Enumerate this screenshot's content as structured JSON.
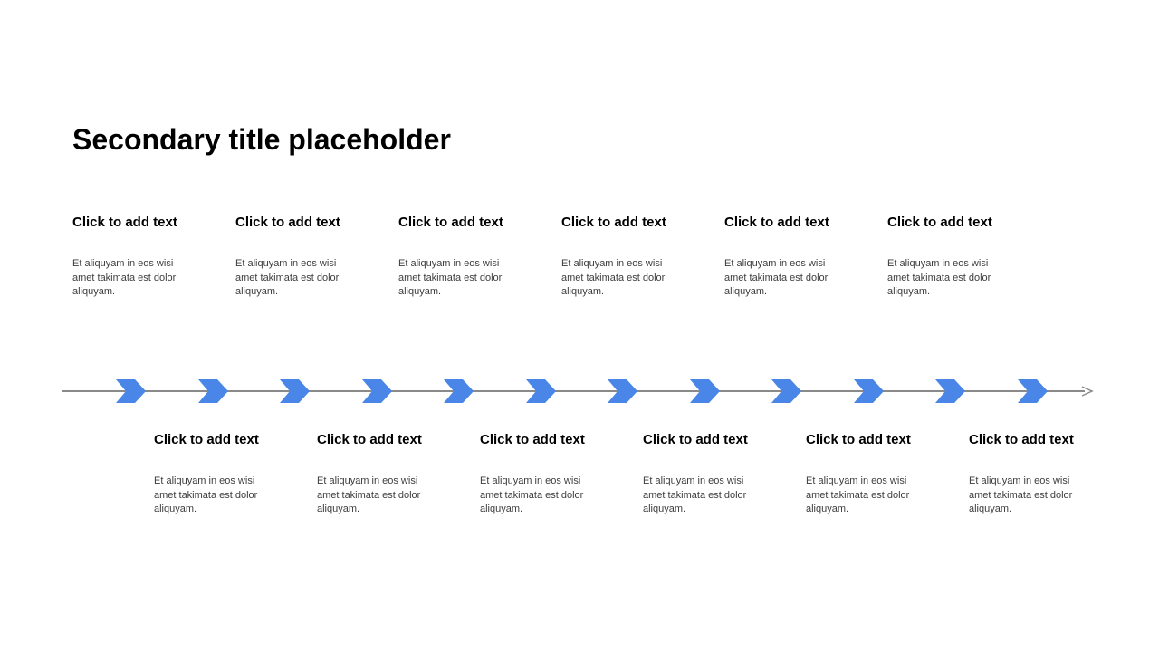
{
  "title": "Secondary title placeholder",
  "items_top": [
    {
      "heading": "Click to add text",
      "body": "Et aliquyam in eos wisi amet takimata est dolor aliquyam."
    },
    {
      "heading": "Click to add text",
      "body": "Et aliquyam in eos wisi amet takimata est dolor aliquyam."
    },
    {
      "heading": "Click to add text",
      "body": "Et aliquyam in eos wisi amet takimata est dolor aliquyam."
    },
    {
      "heading": "Click to add text",
      "body": "Et aliquyam in eos wisi amet takimata est dolor aliquyam."
    },
    {
      "heading": "Click to add text",
      "body": "Et aliquyam in eos wisi amet takimata est dolor aliquyam."
    },
    {
      "heading": "Click to add text",
      "body": "Et aliquyam in eos wisi amet takimata est dolor aliquyam."
    }
  ],
  "items_bottom": [
    {
      "heading": "Click to add text",
      "body": "Et aliquyam in eos wisi amet takimata est dolor aliquyam."
    },
    {
      "heading": "Click to add text",
      "body": "Et aliquyam in eos wisi amet takimata est dolor aliquyam."
    },
    {
      "heading": "Click to add text",
      "body": "Et aliquyam in eos wisi amet takimata est dolor aliquyam."
    },
    {
      "heading": "Click to add text",
      "body": "Et aliquyam in eos wisi amet takimata est dolor aliquyam."
    },
    {
      "heading": "Click to add text",
      "body": "Et aliquyam in eos wisi amet takimata est dolor aliquyam."
    },
    {
      "heading": "Click to add text",
      "body": "Et aliquyam in eos wisi amet takimata est dolor aliquyam."
    }
  ],
  "timeline": {
    "chevron_count": 12,
    "chevron_color": "#4a86e8",
    "line_color": "#8a8a8a"
  }
}
